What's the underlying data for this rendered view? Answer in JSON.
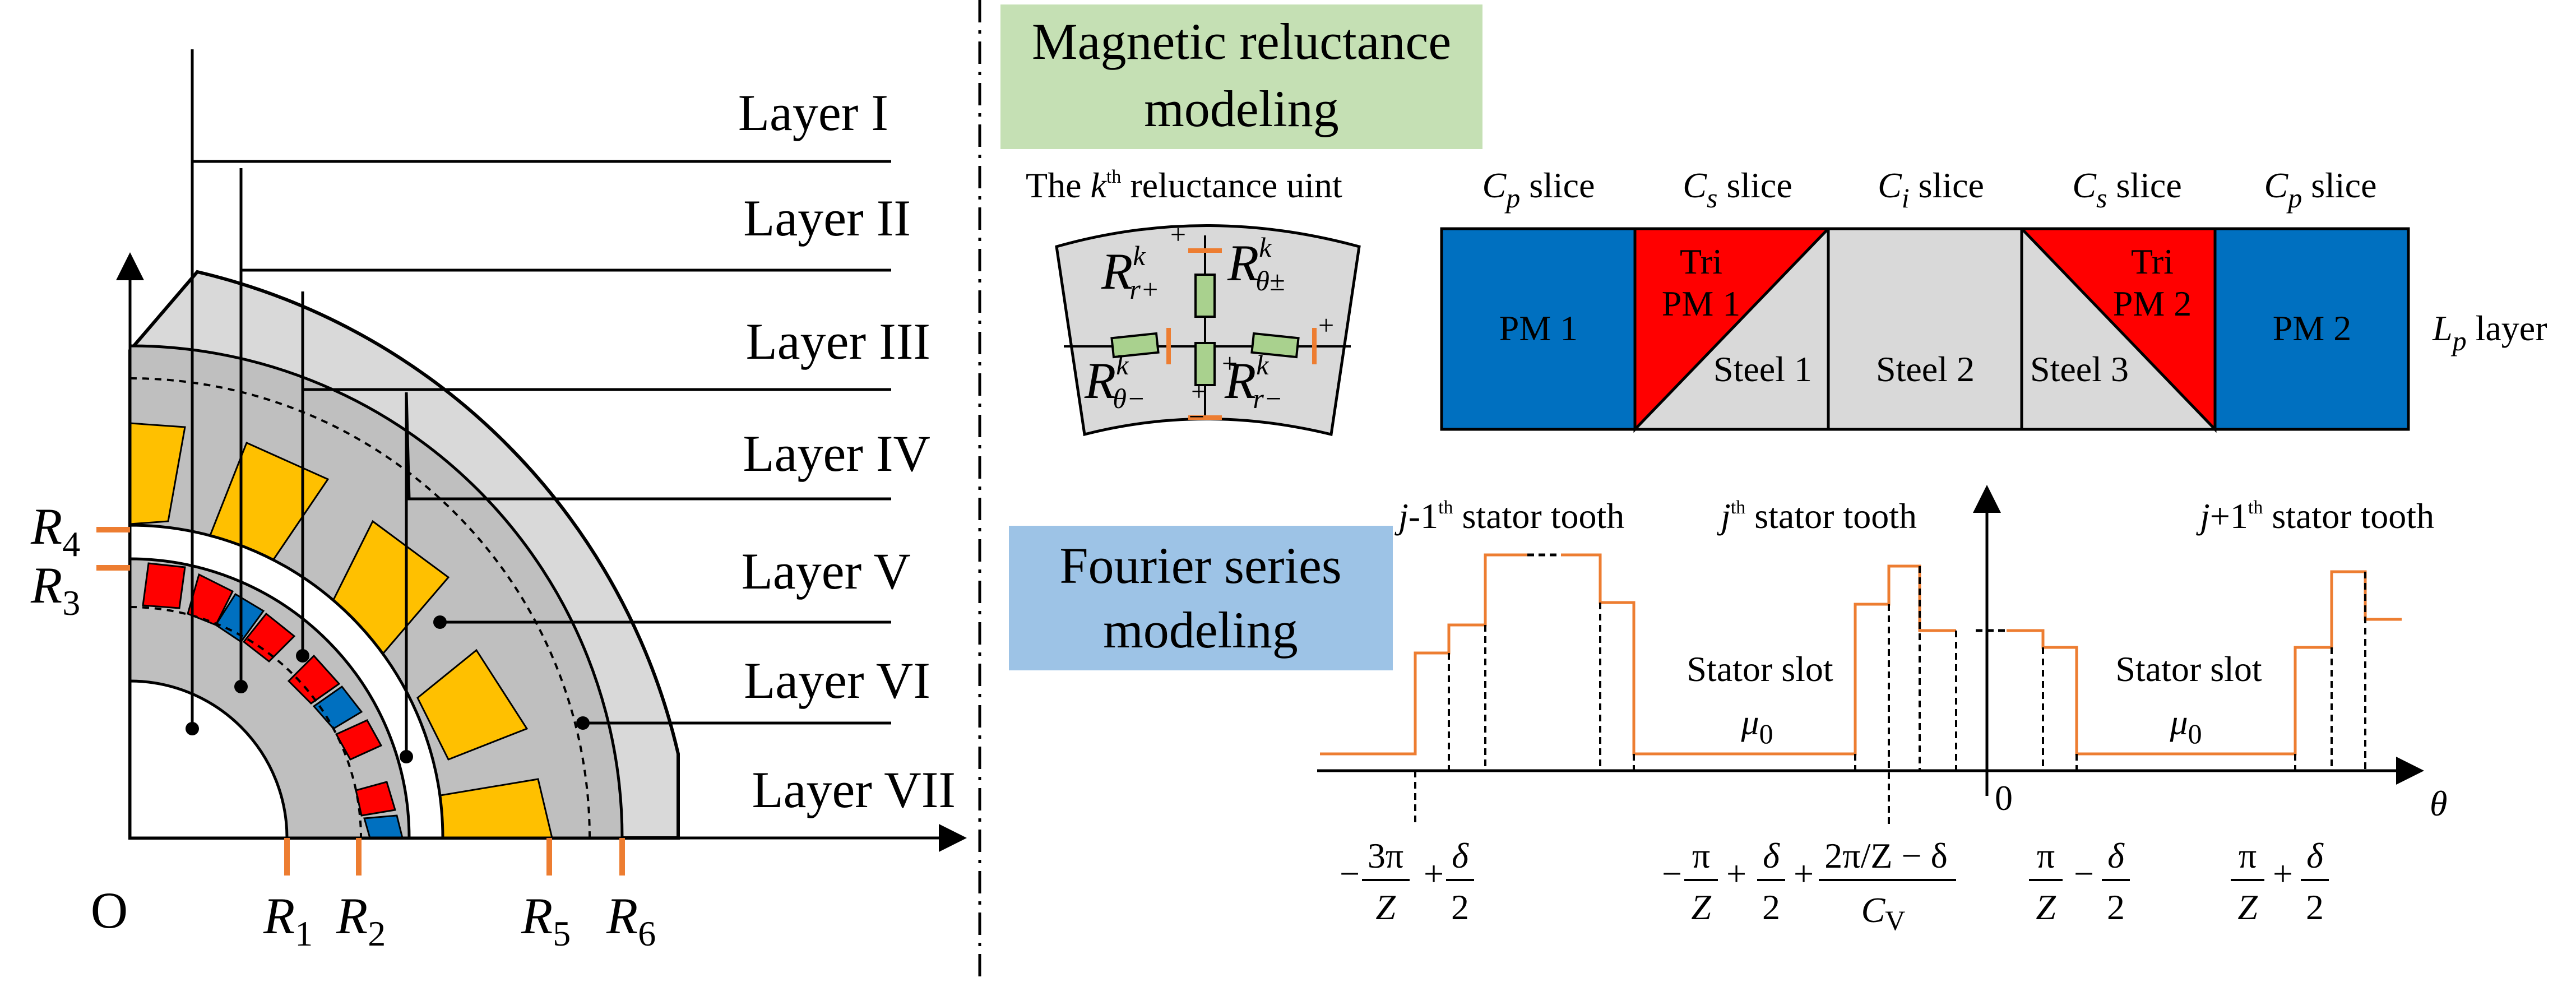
{
  "colors": {
    "gray_light": "#d9d9d9",
    "gray_mid": "#bfbfbf",
    "gold": "#ffc000",
    "red": "#ff0000",
    "blue": "#0070c0",
    "orange": "#ed7d31",
    "green_box": "#c5e0b4",
    "blue_box": "#9dc3e6",
    "resistor": "#a9d18e"
  },
  "icons": [
    "axis-arrow-icon",
    "resistor-icon",
    "dc-source-icon"
  ],
  "left": {
    "layers": [
      "Layer I",
      "Layer II",
      "Layer III",
      "Layer IV",
      "Layer V",
      "Layer VI",
      "Layer VII"
    ],
    "origin": "O",
    "radii": [
      {
        "sym": "R",
        "sub": "1"
      },
      {
        "sym": "R",
        "sub": "2"
      },
      {
        "sym": "R",
        "sub": "3"
      },
      {
        "sym": "R",
        "sub": "4"
      },
      {
        "sym": "R",
        "sub": "5"
      },
      {
        "sym": "R",
        "sub": "6"
      }
    ]
  },
  "mr": {
    "title_line1": "Magnetic reluctance",
    "title_line2": "modeling",
    "unit_pre": "The ",
    "unit_k": "k",
    "unit_sup": "th",
    "unit_post": " reluctance uint",
    "resistors": [
      {
        "sym": "R",
        "sub": "r+",
        "sup": "k"
      },
      {
        "sym": "R",
        "sub": "θ±",
        "sup": "k"
      },
      {
        "sym": "R",
        "sub": "θ−",
        "sup": "k"
      },
      {
        "sym": "R",
        "sub": "r−",
        "sup": "k"
      }
    ],
    "plus": "+",
    "minus": "−",
    "slices": [
      {
        "sym": "C",
        "sub": "p",
        "text": " slice"
      },
      {
        "sym": "C",
        "sub": "s",
        "text": " slice"
      },
      {
        "sym": "C",
        "sub": "i",
        "text": " slice"
      },
      {
        "sym": "C",
        "sub": "s",
        "text": " slice"
      },
      {
        "sym": "C",
        "sub": "p",
        "text": " slice"
      }
    ],
    "blocks": {
      "pm1": "PM 1",
      "tri1_a": "Tri",
      "tri1_b": "PM 1",
      "steel1": "Steel 1",
      "steel2": "Steel 2",
      "steel3": "Steel 3",
      "tri2_a": "Tri",
      "tri2_b": "PM 2",
      "pm2": "PM 2"
    },
    "layer_sym": "L",
    "layer_sub": "p",
    "layer_text": " layer"
  },
  "fs": {
    "title_line1": "Fourier series",
    "title_line2": "modeling",
    "tooth_left_a": "j",
    "tooth_left_b": "-1",
    "tooth_left_sup": "th",
    "tooth_left_c": " stator tooth",
    "tooth_mid_a": "j",
    "tooth_mid_sup": "th",
    "tooth_mid_c": " stator tooth",
    "tooth_right_a": "j",
    "tooth_right_b": "+1",
    "tooth_right_sup": "th",
    "tooth_right_c": " stator tooth",
    "slot_label": "Stator slot",
    "mu": "μ",
    "mu_sub": "0",
    "axis_zero": "0",
    "axis_theta": "θ",
    "f1_num": "3π",
    "f1_den": "Z",
    "f_delta": "δ",
    "f_two": "2",
    "f_pi": "π",
    "f_Z": "Z",
    "f3_num": "2π/Z − δ",
    "f3_den_sym": "C",
    "f3_den_sub": "V",
    "op_minus": "−",
    "op_plus": "+"
  }
}
